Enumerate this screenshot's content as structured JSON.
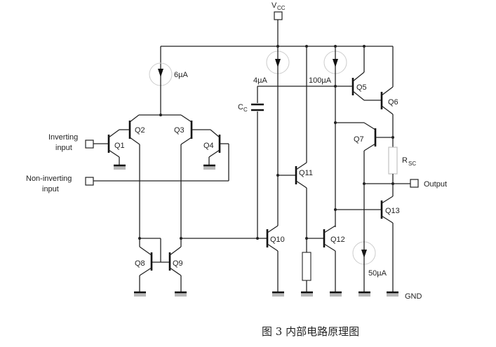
{
  "figure": {
    "caption": "图 3  内部电路原理图",
    "supply_label": "V",
    "supply_sub": "CC",
    "ground_label": "GND",
    "inputs": {
      "inverting_line1": "Inverting",
      "inverting_line2": "input",
      "noninverting_line1": "Non-inverting",
      "noninverting_line2": "input"
    },
    "output_label": "Output",
    "capacitor": {
      "label": "C",
      "sub": "C"
    },
    "resistor_sc": {
      "label": "R",
      "sub": "SC"
    },
    "current_sources": [
      "6µA",
      "4µA",
      "100µA",
      "50µA"
    ],
    "transistors": [
      "Q1",
      "Q2",
      "Q3",
      "Q4",
      "Q5",
      "Q6",
      "Q7",
      "Q8",
      "Q9",
      "Q10",
      "Q11",
      "Q12",
      "Q13"
    ]
  }
}
